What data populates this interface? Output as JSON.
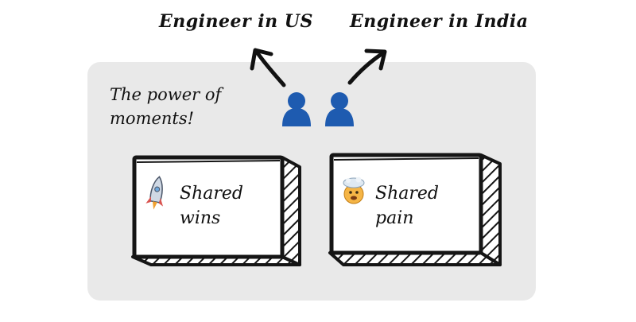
{
  "top_labels": {
    "us": "Engineer in US",
    "india": "Engineer in India"
  },
  "panel": {
    "title_line1": "The power of",
    "title_line2": "moments!",
    "background": "#e9e9e9"
  },
  "cards": [
    {
      "line1": "Shared",
      "line2": "wins",
      "icon": "rocket-icon"
    },
    {
      "line1": "Shared",
      "line2": "pain",
      "icon": "exploding-head-icon"
    }
  ],
  "colors": {
    "person": "#1e5bb0",
    "stroke": "#151515"
  }
}
